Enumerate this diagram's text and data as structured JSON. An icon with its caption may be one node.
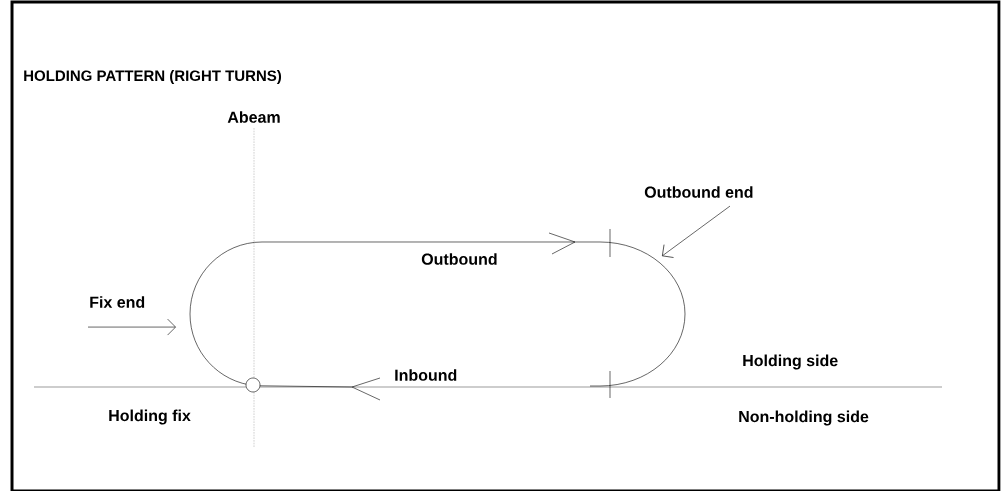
{
  "diagram": {
    "title": "HOLDING PATTERN (RIGHT TURNS)",
    "nodes": [
      {
        "text": [
          "Fix end"
        ]
      },
      {
        "text": [
          "Outbound end"
        ]
      }
    ],
    "edges": [
      {
        "from": 0,
        "to": null,
        "arrow": "to"
      },
      {
        "from": 1,
        "to": null,
        "arrow": "to"
      }
    ],
    "labels": [
      "Abeam",
      "Outbound",
      "Inbound",
      "Holding side",
      "Holding fix",
      "Non-holding side"
    ]
  }
}
